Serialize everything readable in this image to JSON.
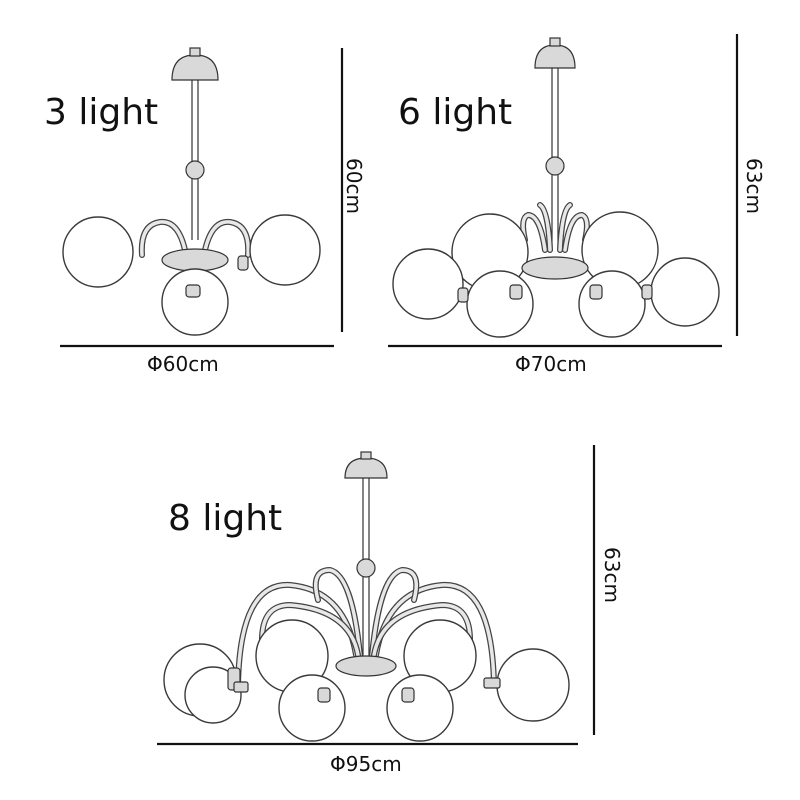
{
  "variants": [
    {
      "label": "3 light",
      "diameter": "Φ60cm",
      "height": "60cm"
    },
    {
      "label": "6 light",
      "diameter": "Φ70cm",
      "height": "63cm"
    },
    {
      "label": "8 light",
      "diameter": "Φ95cm",
      "height": "63cm"
    }
  ]
}
